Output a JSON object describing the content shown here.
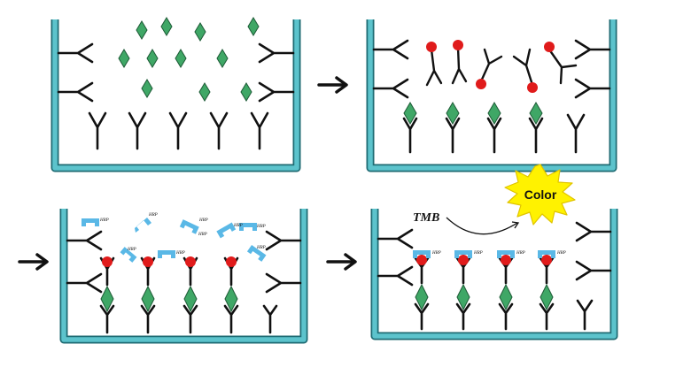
{
  "labels": {
    "color": "Color",
    "tmb": "TMB",
    "hrp": "HRP"
  },
  "colors": {
    "well": "#5cc3cc",
    "well_outline": "#1f6b73",
    "antigen": "#3fa766",
    "antigen_outline": "#1d5a36",
    "label_dot": "#e01b1b",
    "hrp": "#5ab8e6",
    "burst": "#fff200",
    "burst_outline": "#e0c400",
    "ink": "#111111"
  },
  "icons": {
    "arrow": "right-arrow-icon",
    "antibody": "y-antibody-icon",
    "antigen": "diamond-antigen-icon",
    "enzyme": "hrp-enzyme-icon",
    "burst": "starburst-icon"
  }
}
